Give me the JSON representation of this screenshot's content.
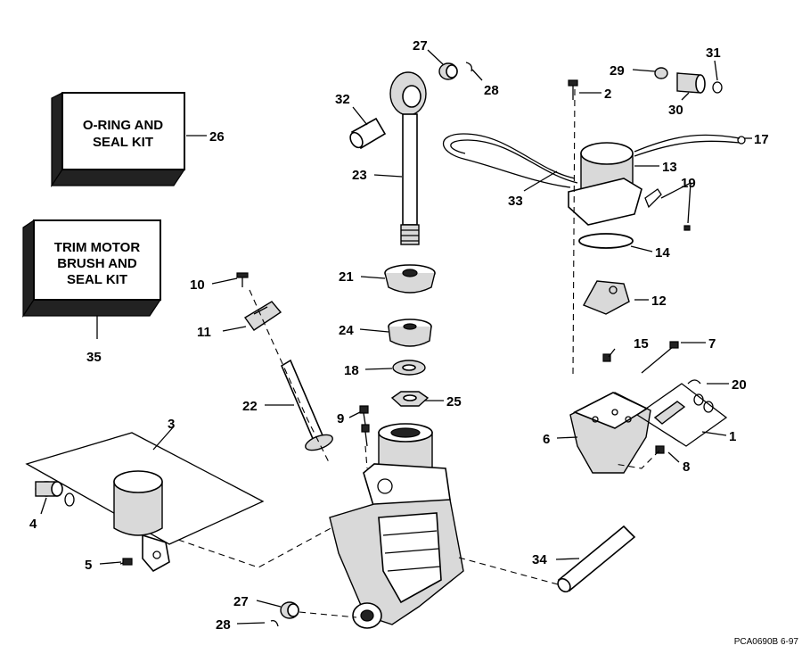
{
  "kits": [
    {
      "lines": [
        "O-RING AND",
        "SEAL KIT"
      ],
      "number": "26"
    },
    {
      "lines": [
        "TRIM MOTOR",
        "BRUSH AND",
        "SEAL KIT"
      ],
      "number": "35"
    }
  ],
  "callouts": {
    "c1": "1",
    "c2": "2",
    "c3": "3",
    "c4": "4",
    "c5": "5",
    "c6": "6",
    "c7": "7",
    "c8": "8",
    "c9": "9",
    "c10": "10",
    "c11": "11",
    "c12": "12",
    "c13": "13",
    "c14": "14",
    "c15": "15",
    "c17": "17",
    "c18": "18",
    "c19": "19",
    "c20": "20",
    "c21": "21",
    "c22": "22",
    "c23": "23",
    "c24": "24",
    "c25": "25",
    "c27a": "27",
    "c27b": "27",
    "c28a": "28",
    "c28b": "28",
    "c29": "29",
    "c30": "30",
    "c31": "31",
    "c32": "32",
    "c33": "33",
    "c34": "34"
  },
  "diagram_code": "PCA0690B  6-97"
}
